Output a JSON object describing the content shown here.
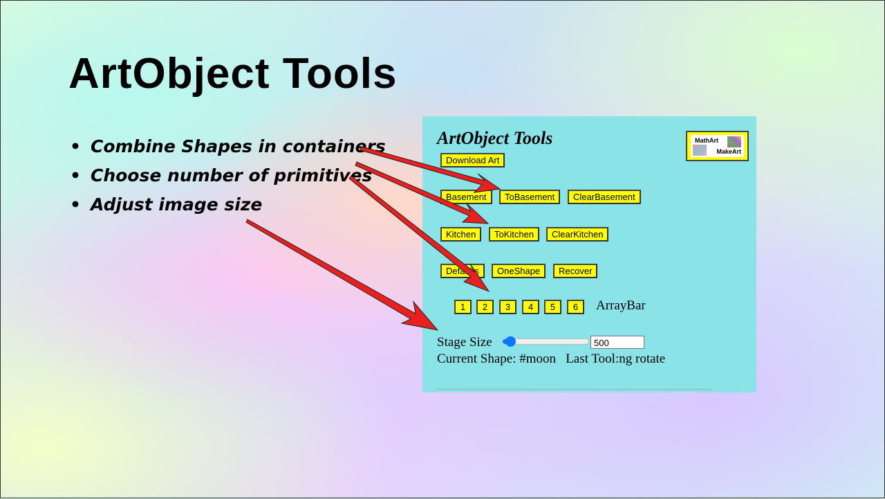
{
  "slide": {
    "title": "ArtObject Tools",
    "bullets": [
      "Combine Shapes in containers",
      "Choose number of primitives",
      "Adjust image size"
    ]
  },
  "panel": {
    "title": "ArtObject Tools",
    "logo": {
      "line1": "MathArt",
      "line2": "MakeArt"
    },
    "download": "Download Art",
    "basement": [
      "Basement",
      "ToBasement",
      "ClearBasement"
    ],
    "kitchen": [
      "Kitchen",
      "ToKitchen",
      "ClearKitchen"
    ],
    "misc": [
      "Defaults",
      "OneShape",
      "Recover"
    ],
    "array": [
      "1",
      "2",
      "3",
      "4",
      "5",
      "6"
    ],
    "array_label": "ArrayBar",
    "stage_label": "Stage Size",
    "stage_value": "500",
    "stage_slider_fraction": 0.05,
    "status": "Current Shape: #moon   Last Tool:ng rotate"
  },
  "colors": {
    "panel": "#8ae3e7",
    "button": "#ffff00",
    "arrow": "#e82020"
  }
}
